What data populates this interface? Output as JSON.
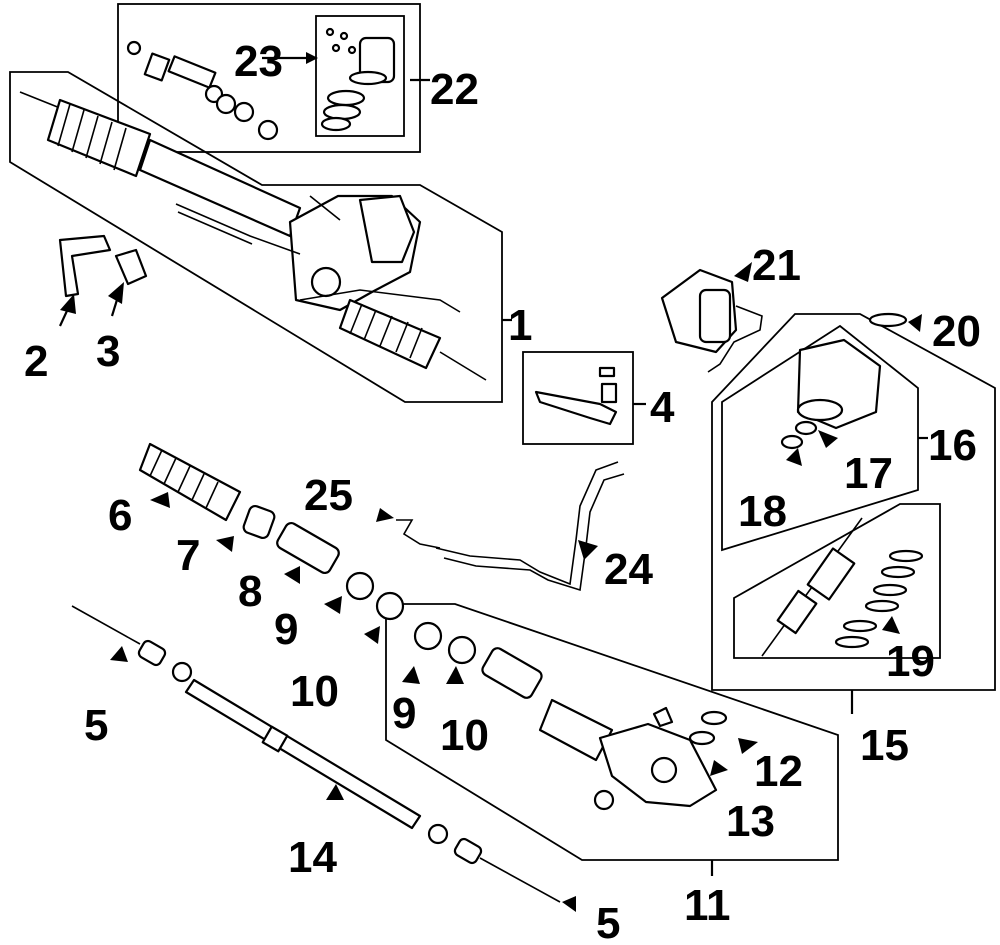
{
  "callouts": [
    {
      "id": "c1",
      "text": "1"
    },
    {
      "id": "c2",
      "text": "2"
    },
    {
      "id": "c3",
      "text": "3"
    },
    {
      "id": "c4",
      "text": "4"
    },
    {
      "id": "c5a",
      "text": "5"
    },
    {
      "id": "c5b",
      "text": "5"
    },
    {
      "id": "c6",
      "text": "6"
    },
    {
      "id": "c7",
      "text": "7"
    },
    {
      "id": "c8",
      "text": "8"
    },
    {
      "id": "c9a",
      "text": "9"
    },
    {
      "id": "c9b",
      "text": "9"
    },
    {
      "id": "c10a",
      "text": "10"
    },
    {
      "id": "c10b",
      "text": "10"
    },
    {
      "id": "c11",
      "text": "11"
    },
    {
      "id": "c12",
      "text": "12"
    },
    {
      "id": "c13",
      "text": "13"
    },
    {
      "id": "c14",
      "text": "14"
    },
    {
      "id": "c15",
      "text": "15"
    },
    {
      "id": "c16",
      "text": "16"
    },
    {
      "id": "c17",
      "text": "17"
    },
    {
      "id": "c18",
      "text": "18"
    },
    {
      "id": "c19",
      "text": "19"
    },
    {
      "id": "c20",
      "text": "20"
    },
    {
      "id": "c21",
      "text": "21"
    },
    {
      "id": "c22",
      "text": "22"
    },
    {
      "id": "c23",
      "text": "23"
    },
    {
      "id": "c24",
      "text": "24"
    },
    {
      "id": "c25",
      "text": "25"
    }
  ]
}
